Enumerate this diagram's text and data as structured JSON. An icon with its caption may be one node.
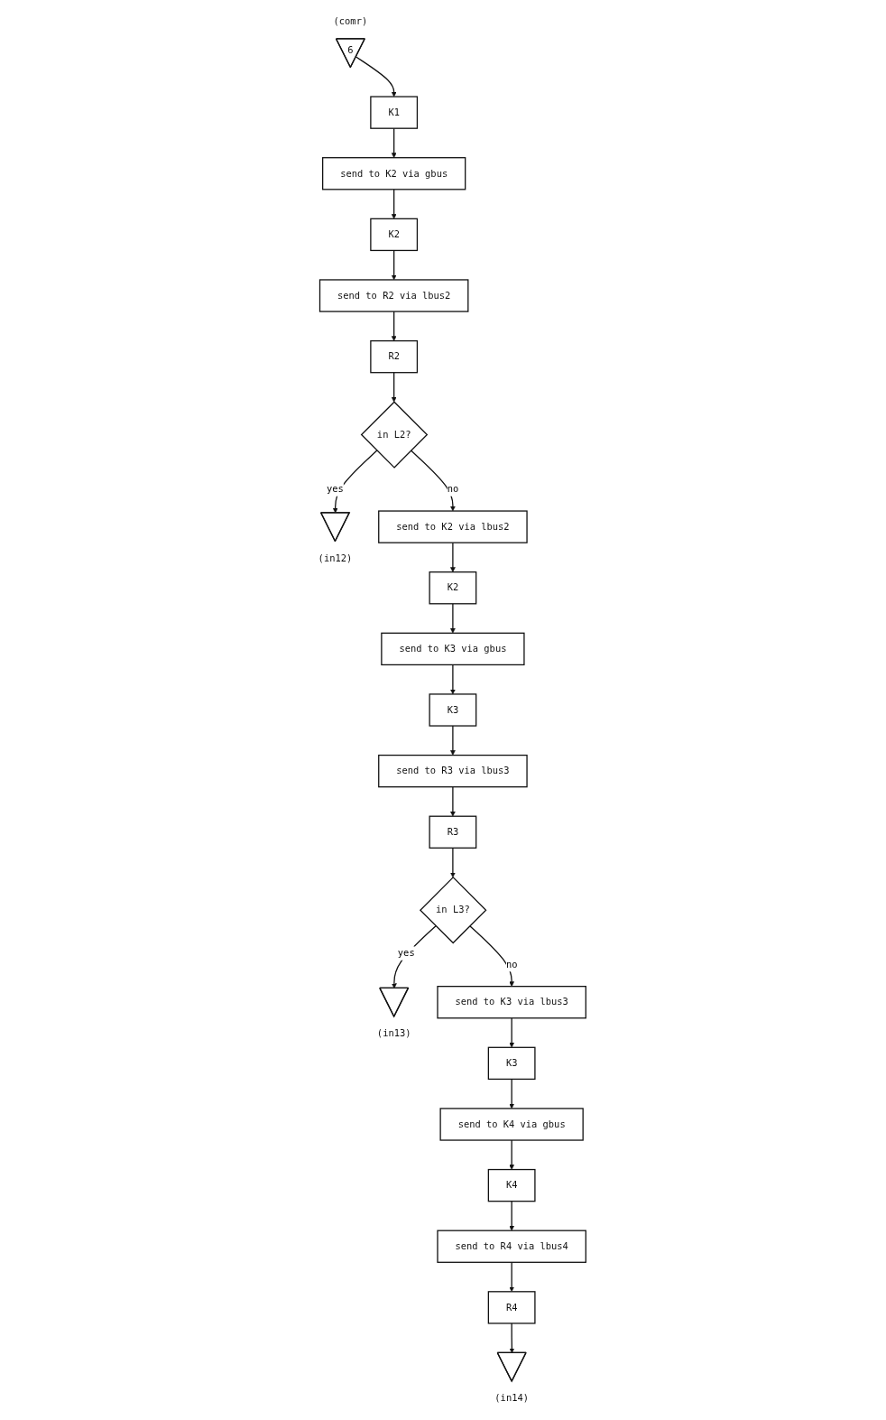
{
  "diagram": {
    "nodes": [
      {
        "text": [
          "6"
        ],
        "beside": [
          "(comr)"
        ]
      },
      {
        "text": [
          "K1"
        ]
      },
      {
        "text": [
          "send to K2 via gbus"
        ]
      },
      {
        "text": [
          "K2"
        ]
      },
      {
        "text": [
          "send to R2 via lbus2"
        ]
      },
      {
        "text": [
          "R2"
        ]
      },
      {
        "text": [
          "in L2?"
        ]
      },
      {
        "text": [],
        "shape": "pentagon",
        "beside": [
          "(in12)"
        ]
      },
      {
        "text": [
          "send to K2 via lbus2"
        ]
      },
      {
        "text": [
          "K2"
        ]
      },
      {
        "text": [
          "send to K3 via gbus"
        ]
      },
      {
        "text": [
          "K3"
        ]
      },
      {
        "text": [
          "send to R3 via lbus3"
        ]
      },
      {
        "text": [
          "R3"
        ]
      },
      {
        "text": [
          "in L3?"
        ]
      },
      {
        "text": [],
        "shape": "pentagon",
        "beside": [
          "(in13)"
        ]
      },
      {
        "text": [
          "send to K3 via lbus3"
        ]
      },
      {
        "text": [
          "K3"
        ]
      },
      {
        "text": [
          "send to K4 via gbus"
        ]
      },
      {
        "text": [
          "K4"
        ]
      },
      {
        "text": [
          "send to R4 via lbus4"
        ]
      },
      {
        "text": [
          "R4"
        ]
      },
      {
        "text": [],
        "shape": "pentagon",
        "beside": [
          "(in14)"
        ]
      }
    ],
    "edges": [
      {
        "from": 0,
        "to": 1,
        "arrow": "to"
      },
      {
        "from": 1,
        "to": 2,
        "arrow": "to"
      },
      {
        "from": 2,
        "to": 3,
        "arrow": "to"
      },
      {
        "from": 3,
        "to": 4,
        "arrow": "to"
      },
      {
        "from": 4,
        "to": 5,
        "arrow": "to"
      },
      {
        "from": 5,
        "to": 6,
        "arrow": "to"
      },
      {
        "from": 6,
        "to": 7,
        "arrow": "to",
        "label": "yes"
      },
      {
        "from": 6,
        "to": 8,
        "arrow": "to",
        "label": "no"
      },
      {
        "from": 8,
        "to": 9,
        "arrow": "to"
      },
      {
        "from": 9,
        "to": 10,
        "arrow": "to"
      },
      {
        "from": 10,
        "to": 11,
        "arrow": "to"
      },
      {
        "from": 11,
        "to": 12,
        "arrow": "to"
      },
      {
        "from": 12,
        "to": 13,
        "arrow": "to"
      },
      {
        "from": 13,
        "to": 14,
        "arrow": "to"
      },
      {
        "from": 14,
        "to": 15,
        "arrow": "to",
        "label": "yes"
      },
      {
        "from": 14,
        "to": 16,
        "arrow": "to",
        "label": "no"
      },
      {
        "from": 16,
        "to": 17,
        "arrow": "to"
      },
      {
        "from": 17,
        "to": 18,
        "arrow": "to"
      },
      {
        "from": 18,
        "to": 19,
        "arrow": "to"
      },
      {
        "from": 19,
        "to": 20,
        "arrow": "to"
      },
      {
        "from": 20,
        "to": 21,
        "arrow": "to"
      },
      {
        "from": 21,
        "to": 22,
        "arrow": "to"
      }
    ]
  }
}
